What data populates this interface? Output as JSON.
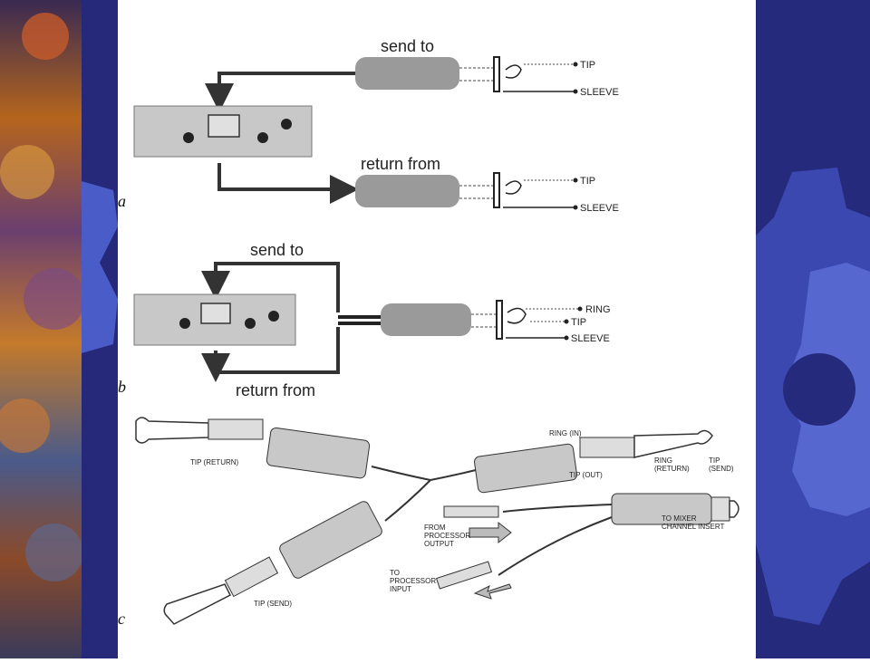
{
  "panels": {
    "a": {
      "label": "a",
      "send_label": "send to",
      "return_label": "return from",
      "send_tip": "TIP",
      "send_sleeve": "SLEEVE",
      "return_tip": "TIP",
      "return_sleeve": "SLEEVE"
    },
    "b": {
      "label": "b",
      "send_label": "send to",
      "return_label": "return from",
      "ring": "RING",
      "tip": "TIP",
      "sleeve": "SLEEVE"
    },
    "c": {
      "label": "c",
      "tip_return": "TIP (RETURN)",
      "tip_send": "TIP (SEND)",
      "ring_in": "RING (IN)",
      "tip_out": "TIP (OUT)",
      "ring_return": "RING\n(RETURN)",
      "tip_send_right": "TIP\n(SEND)",
      "from_processor_output": "FROM\nPROCESSOR\nOUTPUT",
      "to_processor_input": "TO\nPROCESSOR\nINPUT",
      "to_mixer": "TO MIXER\nCHANNEL INSERT"
    }
  },
  "colors": {
    "left_stripe": "#26287a",
    "right_band": "#262a7c",
    "gear_light": "#4a5cc8",
    "plug_body": "#9a9a9a"
  }
}
